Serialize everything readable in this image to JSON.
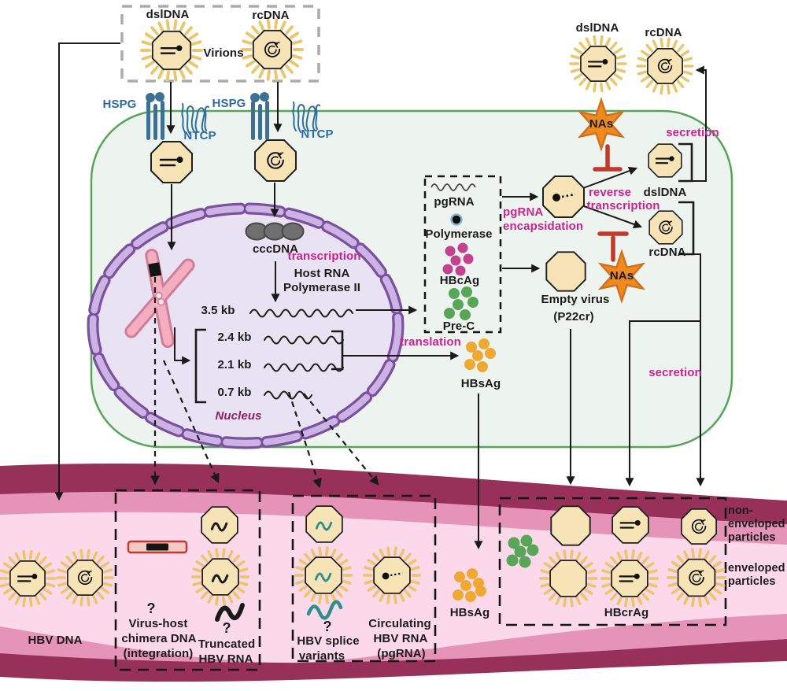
{
  "labels": {
    "virion_box": {
      "dsldna": "dslDNA",
      "rcdna": "rcDNA",
      "virions": "Virions"
    },
    "receptors": {
      "hspg": "HSPG",
      "ntcp": "NTCP"
    },
    "nucleus": {
      "cccdna": "cccDNA",
      "name": "Nucleus",
      "rna": {
        "kb35": "3.5 kb",
        "kb24": "2.4 kb",
        "kb21": "2.1 kb",
        "kb07": "0.7 kb"
      }
    },
    "process": {
      "transcription": "transcription",
      "host_rna_1": "Host RNA",
      "host_rna_2": "Polymerase II",
      "translation": "translation",
      "encapsidation_1": "pgRNA",
      "encapsidation_2": "encapsidation",
      "reverse_1": "reverse",
      "reverse_2": "transcription",
      "secretion": "secretion"
    },
    "assembly_box": {
      "pgrna": "pgRNA",
      "polymerase": "Polymerase",
      "hbcag": "HBcAg",
      "prec": "Pre-C"
    },
    "cytoplasm": {
      "dsldna": "dslDNA",
      "rcdna": "rcDNA",
      "empty_virus_1": "Empty virus",
      "empty_virus_2": "(P22cr)",
      "hbsag": "HBsAg"
    },
    "nas": "NAs",
    "q": "?",
    "secreted_virions": {
      "dsldna": "dslDNA",
      "rcdna": "rcDNA"
    },
    "blood": {
      "hbv_dna": "HBV DNA",
      "chimera_1": "Virus-host",
      "chimera_2": "chimera DNA",
      "chimera_3": "(integration)",
      "truncated_1": "Truncated",
      "truncated_2": "HBV RNA",
      "splice_1": "HBV splice",
      "splice_2": "variants",
      "circulating_1": "Circulating",
      "circulating_2": "HBV RNA",
      "circulating_3": "(pgRNA)",
      "hbsag": "HBsAg",
      "hbcrag": "HBcrAg",
      "non_enveloped_1": "non-",
      "non_enveloped_2": "enveloped",
      "non_enveloped_3": "particles",
      "enveloped_1": "enveloped",
      "enveloped_2": "particles"
    }
  },
  "colors": {
    "process_magenta": "#c9238f",
    "receptor_blue": "#2b6ba5",
    "nucleus_text": "#8e2160",
    "capsid_fill": "#f6e4b6",
    "envelope_rays": "#ecc66a",
    "star_orange": "#ef8a20",
    "inhibit_red": "#c0392b",
    "cell_fill": "#edf3ef",
    "cell_border": "#56a559",
    "nucleus_fill": "#e9e2f2",
    "nucleus_envelope": "#7b519f",
    "vessel_dark": "#97315a",
    "vessel_mid": "#e594b8",
    "vessel_light": "#fbd9ea",
    "hbcag_dots": "#c4418f",
    "prec_dots": "#58a758",
    "hbsag_dots": "#f0a835",
    "splice_teal": "#2b8f8a",
    "chromosome_pink": "#f3aebf",
    "cccdna_gray": "#6f6f6f"
  }
}
